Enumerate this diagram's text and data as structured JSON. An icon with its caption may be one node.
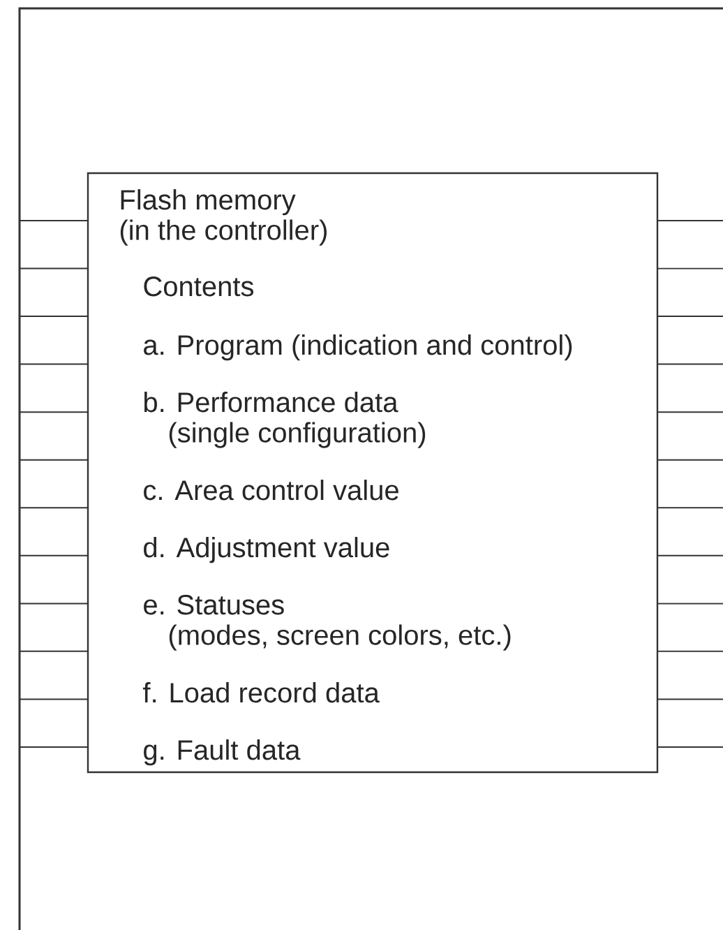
{
  "diagram": {
    "nodes": [
      {
        "text": [
          "Flash memory (in the controller)",
          "Contents",
          "a. Program (indication and control)",
          "b. Performance data (single configuration)",
          "c. Area control value",
          "d. Adjustment value",
          "e. Statuses (modes, screen colors, etc.)",
          "f. Load record data",
          "g. Fault data"
        ]
      }
    ]
  }
}
